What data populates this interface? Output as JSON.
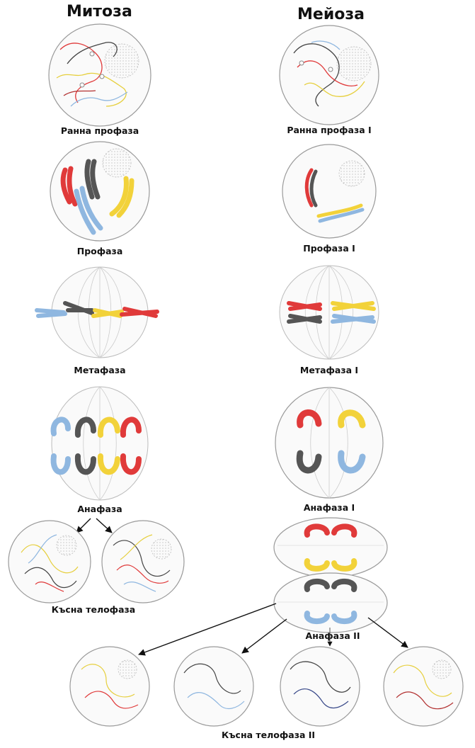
{
  "columns": {
    "mitosis": "Митоза",
    "meiosis": "Мейоза"
  },
  "mitosis": {
    "early_prophase": "Ранна профаза",
    "prophase": "Профаза",
    "metaphase": "Метафаза",
    "anaphase": "Анафаза",
    "late_telophase": "Късна телофаза"
  },
  "meiosis": {
    "early_prophase_1": "Ранна профаза I",
    "prophase_1": "Профаза I",
    "metaphase_1": "Метафаза I",
    "anaphase_1": "Анафаза I",
    "anaphase_2": "Анафаза II",
    "late_telophase_2": "Късна телофаза II"
  },
  "colors": {
    "red": "#e03a3a",
    "gray": "#555555",
    "yellow": "#f2d23a",
    "blue": "#8fb7e0",
    "outline": "#9a9a9a"
  }
}
